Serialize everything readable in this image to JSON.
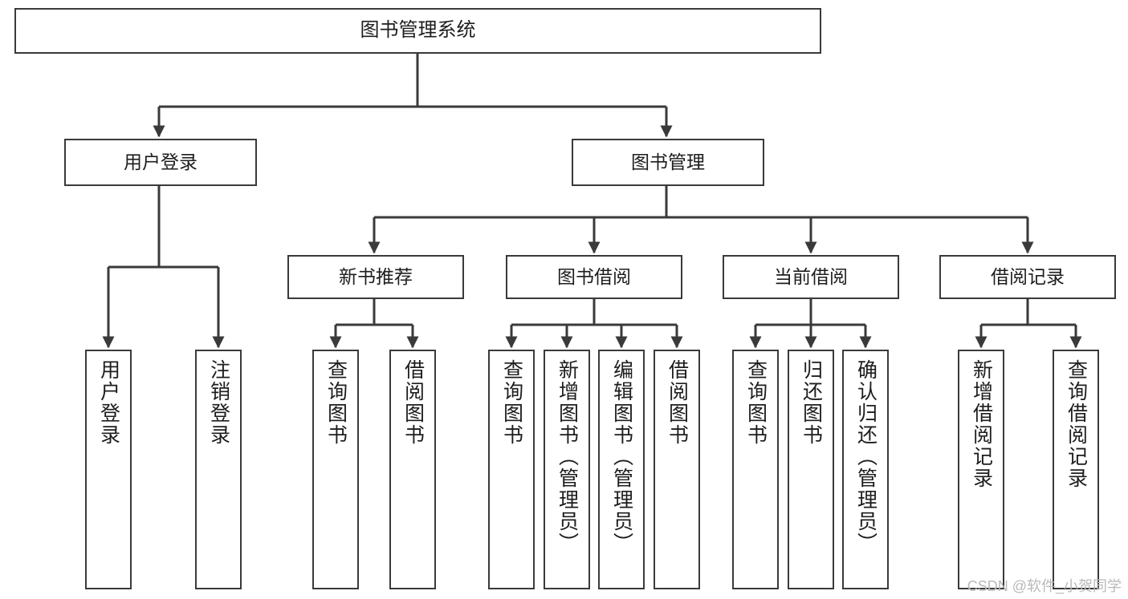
{
  "diagram": {
    "title": "图书管理系统",
    "stroke_color": "#3a3a3a",
    "fill_color": "#ffffff",
    "text_color": "#1d1d1d"
  },
  "root": {
    "label": "图书管理系统"
  },
  "level2": [
    {
      "id": "user-login",
      "label": "用户登录"
    },
    {
      "id": "book-manage",
      "label": "图书管理"
    }
  ],
  "level3": [
    {
      "id": "new-book-recommend",
      "label": "新书推荐"
    },
    {
      "id": "book-borrow",
      "label": "图书借阅"
    },
    {
      "id": "current-borrow",
      "label": "当前借阅"
    },
    {
      "id": "borrow-record",
      "label": "借阅记录"
    }
  ],
  "leaves": {
    "user_login": [
      {
        "id": "leaf-user-login",
        "label": "用户登录"
      },
      {
        "id": "leaf-logout-login",
        "label": "注销登录"
      }
    ],
    "new_book_recommend": [
      {
        "id": "leaf-query-book-1",
        "label": "查询图书"
      },
      {
        "id": "leaf-borrow-book-1",
        "label": "借阅图书"
      }
    ],
    "book_borrow": [
      {
        "id": "leaf-query-book-2",
        "label": "查询图书"
      },
      {
        "id": "leaf-add-book",
        "label": "新增图书（管理员）"
      },
      {
        "id": "leaf-edit-book",
        "label": "编辑图书（管理员）"
      },
      {
        "id": "leaf-borrow-book-2",
        "label": "借阅图书"
      }
    ],
    "current_borrow": [
      {
        "id": "leaf-query-book-3",
        "label": "查询图书"
      },
      {
        "id": "leaf-return-book",
        "label": "归还图书"
      },
      {
        "id": "leaf-confirm-return",
        "label": "确认归还（管理员）"
      }
    ],
    "borrow_record": [
      {
        "id": "leaf-add-record",
        "label": "新增借阅记录"
      },
      {
        "id": "leaf-query-record",
        "label": "查询借阅记录"
      }
    ]
  },
  "watermark": {
    "text": "CSDN @软件_小贺同学"
  }
}
